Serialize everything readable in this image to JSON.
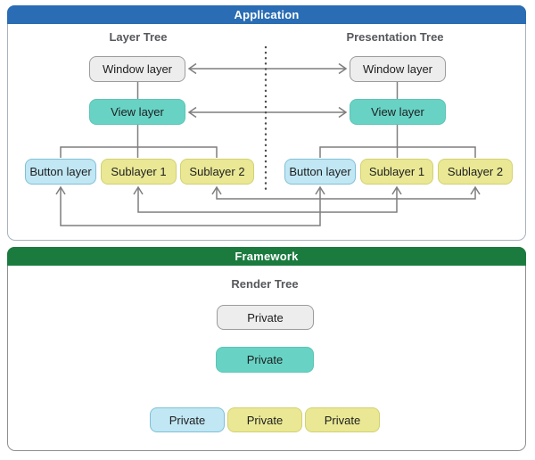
{
  "application": {
    "title": "Application",
    "header_color": "#2a6db4",
    "layer_tree": {
      "label": "Layer Tree",
      "nodes": {
        "window": "Window layer",
        "view": "View layer",
        "button": "Button layer",
        "sublayer1": "Sublayer 1",
        "sublayer2": "Sublayer 2"
      }
    },
    "presentation_tree": {
      "label": "Presentation Tree",
      "nodes": {
        "window": "Window layer",
        "view": "View layer",
        "button": "Button layer",
        "sublayer1": "Sublayer 1",
        "sublayer2": "Sublayer 2"
      }
    }
  },
  "framework": {
    "title": "Framework",
    "header_color": "#1b7b3e",
    "render_tree": {
      "label": "Render Tree",
      "nodes": {
        "root": "Private",
        "middle": "Private",
        "child1": "Private",
        "child2": "Private",
        "child3": "Private"
      }
    }
  },
  "colors": {
    "node_gray": "#ededed",
    "node_teal": "#68d3c5",
    "node_blue": "#c0e7f3",
    "node_yellow": "#eae894",
    "connector_gray": "#7e7e7e",
    "dotted_divider": "#4b4b4b"
  }
}
